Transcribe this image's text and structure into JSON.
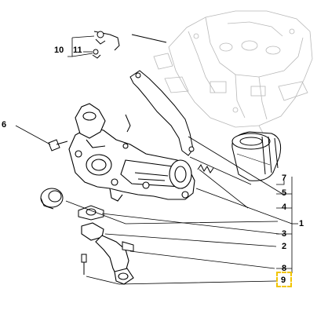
{
  "callouts": {
    "c1": "1",
    "c2": "2",
    "c3": "3",
    "c4": "4",
    "c5": "5",
    "c6": "6",
    "c7": "7",
    "c8": "8",
    "c9": "9",
    "c10": "10",
    "c11": "11"
  },
  "highlighted_callout": "9",
  "colors": {
    "line": "#000000",
    "highlight": "#f2c500",
    "background": "#ffffff",
    "engine_ghost": "#b8b8b8"
  }
}
